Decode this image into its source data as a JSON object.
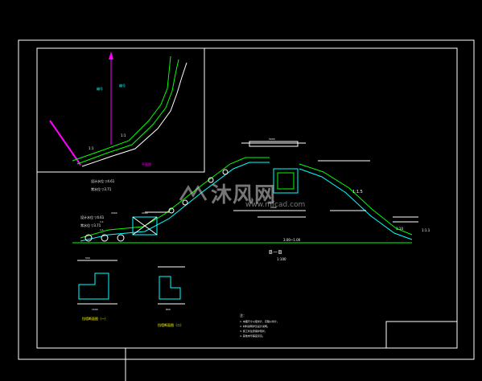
{
  "watermark": {
    "text": "沐风网",
    "url": "www.mfcad.com"
  },
  "section": {
    "title": "B－B",
    "scale": "1:100"
  },
  "labels": {
    "slope_top_right": "1:1.5",
    "slope_right_lower": "1:10",
    "bottom_slope": "1:1.1",
    "grade_bottom": "3.00~1.00",
    "mark_a": "1:1",
    "mark_b": "1:1",
    "dim_left": "2000",
    "dim_left2": "2000",
    "dim_mid": "2000",
    "dim_top": "5000",
    "dim_a": "500",
    "dim_b": "1500",
    "dim_c": "800"
  },
  "colors": {
    "background": "#000000",
    "frame": "#ffffff",
    "cyan": "#00ffff",
    "green": "#00ff00",
    "magenta": "#ff00ff",
    "yellow": "#ffff00"
  }
}
